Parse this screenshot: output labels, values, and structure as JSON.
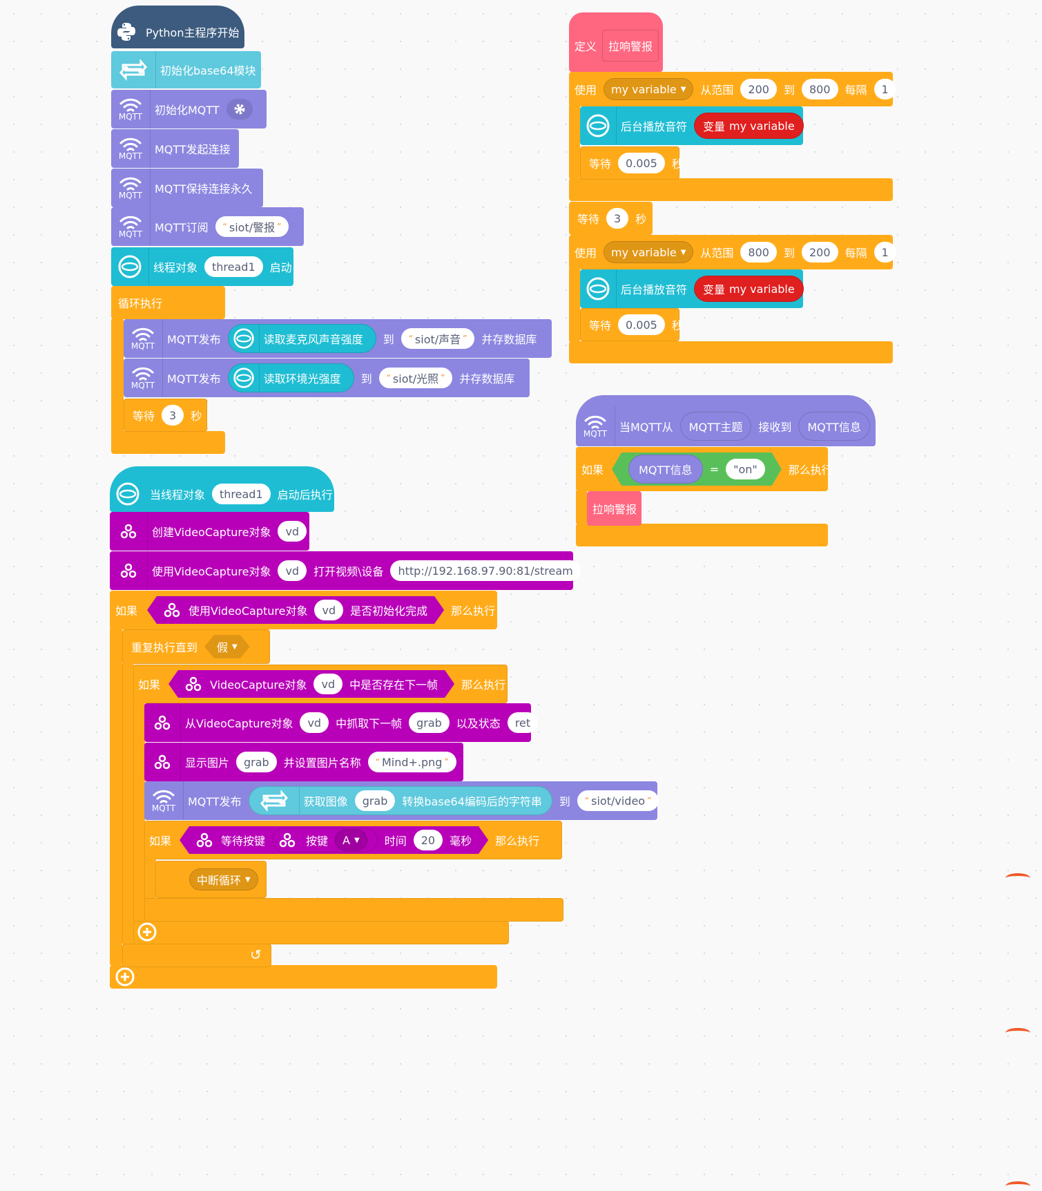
{
  "main_script": {
    "python_start": "Python主程序开始",
    "init_base64": "初始化base64模块",
    "init_mqtt": "初始化MQTT",
    "mqtt_connect": "MQTT发起连接",
    "mqtt_keep_alive": "MQTT保持连接永久",
    "mqtt_subscribe": "MQTT订阅",
    "subscribe_topic": "siot/警报",
    "thread_object": "线程对象",
    "thread_name": "thread1",
    "thread_start": "启动",
    "forever": "循环执行",
    "publish1": {
      "label": "MQTT发布",
      "reporter": "读取麦克风声音强度",
      "to": "到",
      "topic": "siot/声音",
      "save": "并存数据库"
    },
    "publish2": {
      "label": "MQTT发布",
      "reporter": "读取环境光强度",
      "to": "到",
      "topic": "siot/光照",
      "save": "并存数据库"
    },
    "wait": "等待",
    "wait_value": "3",
    "seconds": "秒"
  },
  "thread_script": {
    "when_thread": "当线程对象",
    "thread_name": "thread1",
    "when_thread_suffix": "启动后执行",
    "create_vc": "创建VideoCapture对象",
    "vc_var": "vd",
    "use_vc": "使用VideoCapture对象",
    "open_device": "打开视频\\设备",
    "stream_url": "http://192.168.97.90:81/stream",
    "if": "如果",
    "then": "那么执行",
    "is_opened": "是否初始化完成",
    "repeat_until": "重复执行直到",
    "false_opt": "假",
    "vc_obj": "VideoCapture对象",
    "has_next_frame": "中是否存在下一帧",
    "from_vc": "从VideoCapture对象",
    "grab_next": "中抓取下一帧",
    "grab_var": "grab",
    "with_status": "以及状态",
    "ret_var": "ret",
    "show_image": "显示图片",
    "set_name": "并设置图片名称",
    "image_name": "Mind+.png",
    "mqtt_publish": "MQTT发布",
    "get_image": "获取图像",
    "to_base64": "转换base64编码后的字符串",
    "to": "到",
    "video_topic": "siot/video",
    "wait_key": "等待按键",
    "key": "按键",
    "key_value": "A",
    "time": "时间",
    "time_value": "20",
    "ms": "毫秒",
    "break_loop": "中断循环"
  },
  "define_script": {
    "define": "定义",
    "func_name": "拉响警报",
    "use": "使用",
    "var_name": "my variable",
    "from_range": "从范围",
    "to": "到",
    "step": "每隔",
    "loop1": {
      "from": "200",
      "to": "800",
      "step": "1"
    },
    "loop2": {
      "from": "800",
      "to": "200",
      "step": "1"
    },
    "bg_play": "后台播放音符",
    "variable": "变量",
    "wait": "等待",
    "wait_small": "0.005",
    "wait_big": "3",
    "seconds": "秒"
  },
  "mqtt_event_script": {
    "when_mqtt": "当MQTT从",
    "topic_var": "MQTT主题",
    "received": "接收到",
    "message_var": "MQTT信息",
    "if": "如果",
    "equals": "=",
    "on_value": "on",
    "then": "那么执行",
    "call_func": "拉响警报"
  },
  "icons": {
    "mqtt": "MQTT",
    "opencv": "OpenCV"
  },
  "colors": {
    "python": "#3c5b7e",
    "base64": "#5fc9dd",
    "mqtt": "#8c86e0",
    "thread": "#1fbdd3",
    "opencv": "#b800b8",
    "control": "#ffab19",
    "function": "#ff6680",
    "operator": "#59c059",
    "variable": "#e01f1f"
  }
}
